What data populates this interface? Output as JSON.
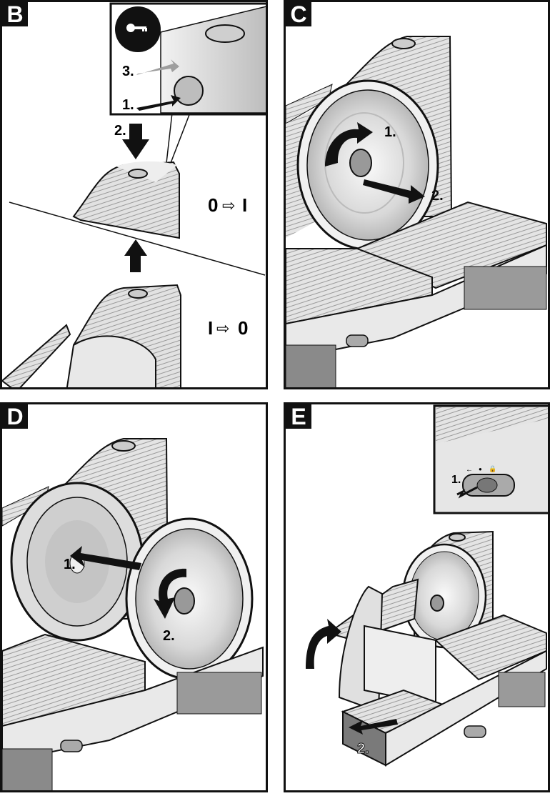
{
  "figure": {
    "panels": [
      {
        "letter": "B",
        "steps": [
          "1.",
          "2.",
          "3."
        ],
        "key_icon": "key-icon",
        "switch_on": {
          "from": "0",
          "arrow": "⇨",
          "to": "I"
        },
        "switch_off": {
          "from": "I",
          "arrow": "⇨",
          "to": "0"
        }
      },
      {
        "letter": "C",
        "steps": [
          "1.",
          "2."
        ]
      },
      {
        "letter": "D",
        "steps": [
          "1.",
          "2."
        ]
      },
      {
        "letter": "E",
        "steps": [
          "1.",
          "2."
        ],
        "lock_symbols": [
          "←",
          "●",
          "🔒"
        ]
      }
    ]
  }
}
